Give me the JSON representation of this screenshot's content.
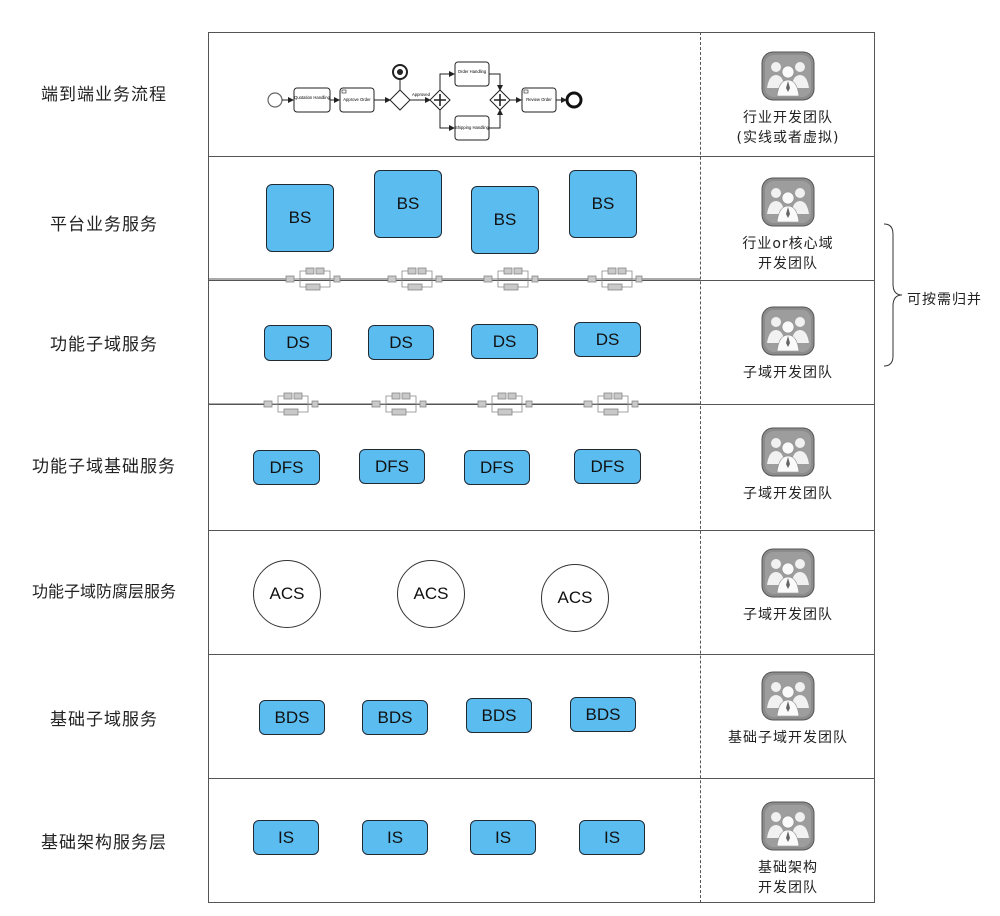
{
  "rows": [
    {
      "label": "端到端业务流程",
      "team": "行业开发团队\n(实线或者虚拟)"
    },
    {
      "label": "平台业务服务",
      "team": "行业or核心域\n开发团队"
    },
    {
      "label": "功能子域服务",
      "team": "子域开发团队"
    },
    {
      "label": "功能子域基础服务",
      "team": "子域开发团队"
    },
    {
      "label": "功能子域防腐层服务",
      "team": "子域开发团队"
    },
    {
      "label": "基础子域服务",
      "team": "基础子域开发团队"
    },
    {
      "label": "基础架构服务层",
      "team": "基础架构\n开发团队"
    }
  ],
  "process": {
    "task1": "Quotation Handling",
    "task2": "Approve Order",
    "gateway_label": "Approved",
    "task3": "Order Handling",
    "task4": "Shipping Handling",
    "task5": "Review Order"
  },
  "services": {
    "bs": [
      "BS",
      "BS",
      "BS",
      "BS"
    ],
    "ds": [
      "DS",
      "DS",
      "DS",
      "DS"
    ],
    "dfs": [
      "DFS",
      "DFS",
      "DFS",
      "DFS"
    ],
    "acs": [
      "ACS",
      "ACS",
      "ACS"
    ],
    "bds": [
      "BDS",
      "BDS",
      "BDS",
      "BDS"
    ],
    "is": [
      "IS",
      "IS",
      "IS",
      "IS"
    ]
  },
  "brace_note": "可按需归并",
  "colors": {
    "service_fill": "#5bbcf0",
    "border": "#1f2a33",
    "icon_bg": "#8c8c8c"
  }
}
